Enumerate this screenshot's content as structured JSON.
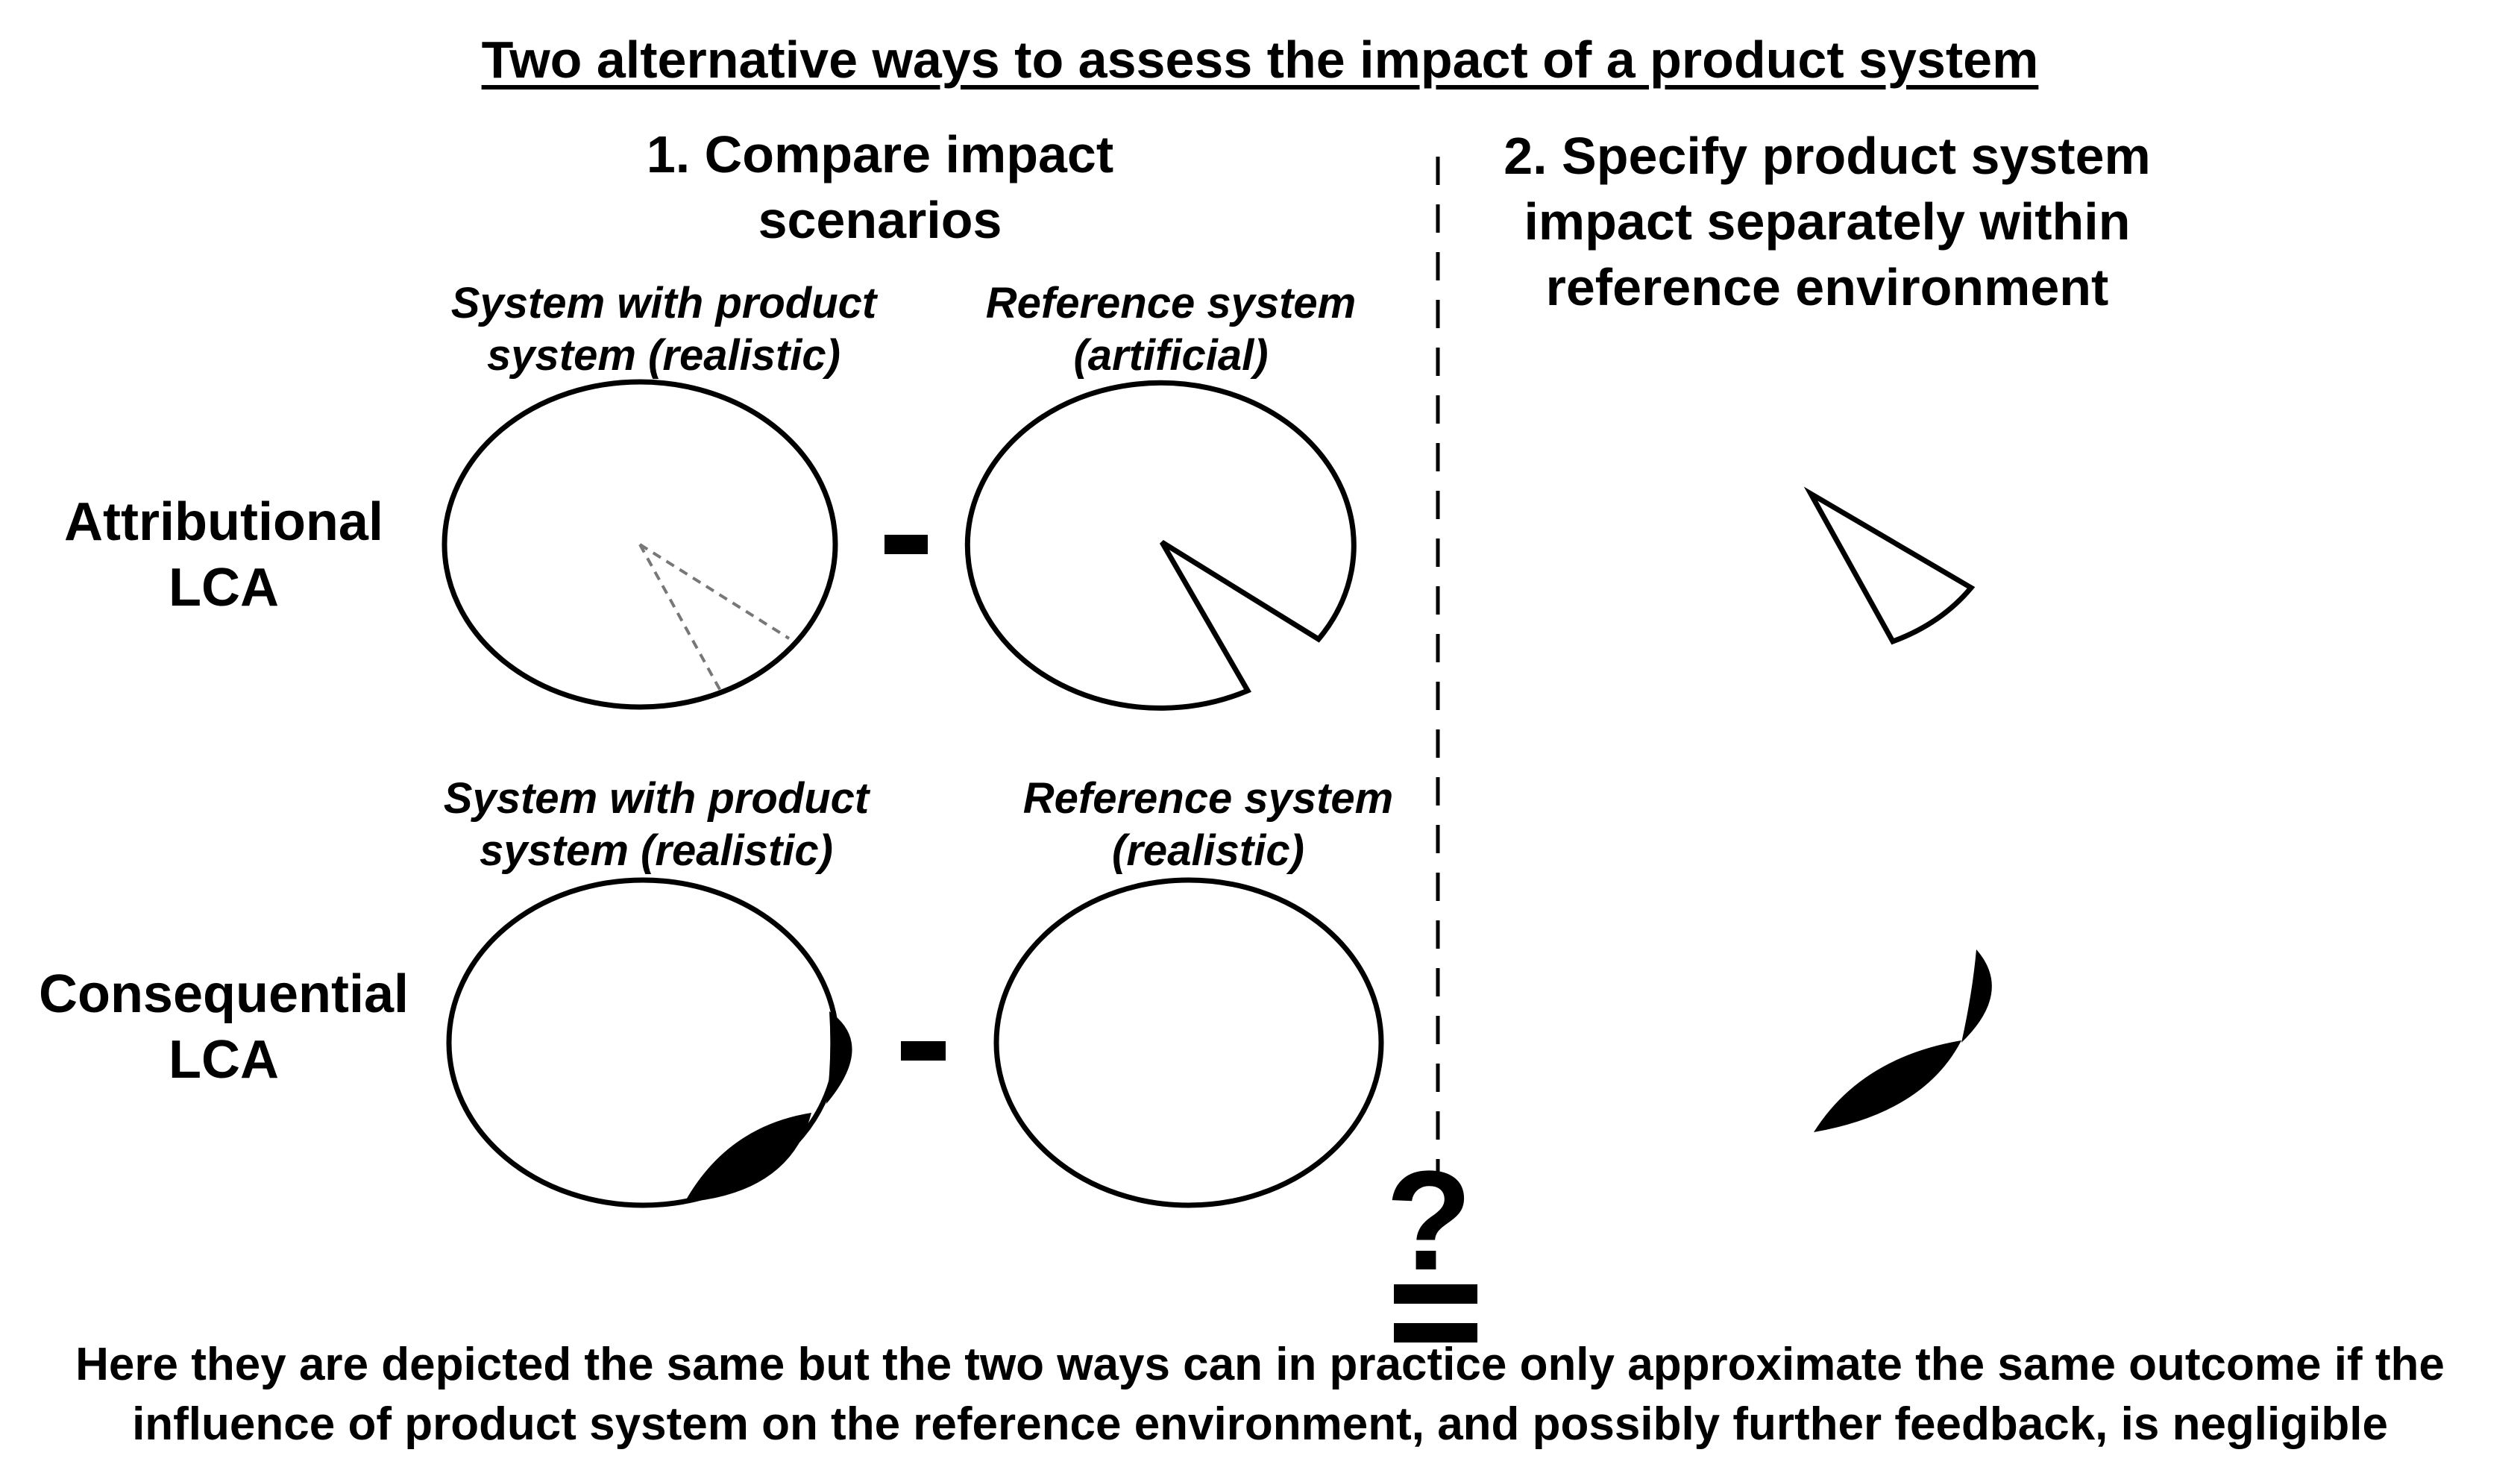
{
  "title": "Two alternative ways to assess the impact of a product system",
  "approach_1": {
    "heading_line1": "1. Compare impact",
    "heading_line2": "scenarios"
  },
  "approach_2": {
    "heading_line1": "2. Specify product system",
    "heading_line2": "impact separately within",
    "heading_line3": "reference environment"
  },
  "rows": {
    "attributional": {
      "label_line1": "Attributional",
      "label_line2": "LCA",
      "caption_with_product_line1": "System with product",
      "caption_with_product_line2": "system (realistic)",
      "caption_reference_line1": "Reference system",
      "caption_reference_line2": "(artificial)"
    },
    "consequential": {
      "label_line1": "Consequential",
      "label_line2": "LCA",
      "caption_with_product_line1": "System with product",
      "caption_with_product_line2": "system (realistic)",
      "caption_reference_line1": "Reference system",
      "caption_reference_line2": "(realistic)"
    }
  },
  "operators": {
    "minus": "-",
    "question": "?",
    "equals": "="
  },
  "footer": {
    "line1": "Here they are depicted the same but the two ways can in practice only approximate the same outcome if the",
    "line2": "influence of product system on the reference environment, and possibly further feedback, is negligible"
  }
}
